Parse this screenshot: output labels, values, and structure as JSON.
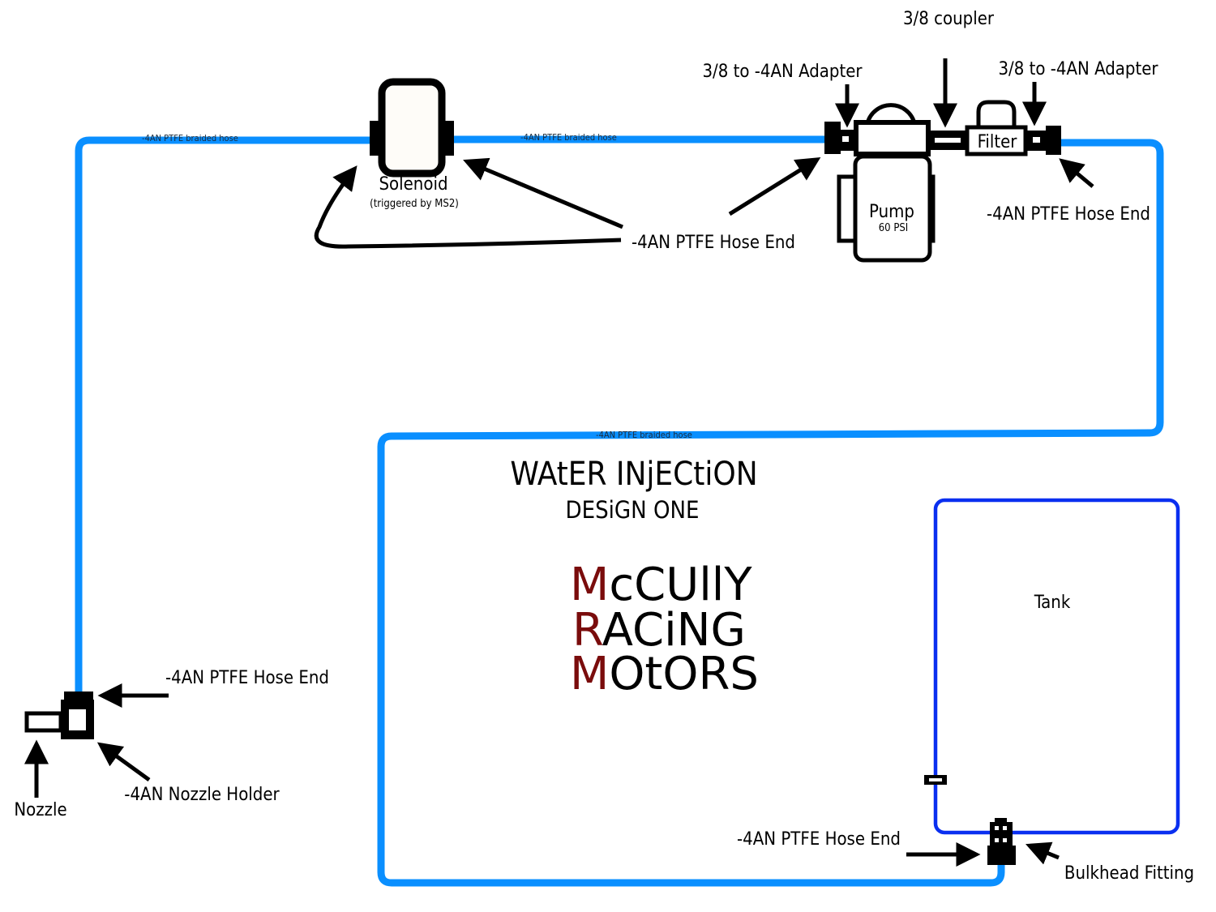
{
  "diagram": {
    "title": "WAtER INjECtiON",
    "subtitle": "DESiGN ONE",
    "brand": {
      "lines": [
        {
          "initial": "M",
          "rest": "cCUllY"
        },
        {
          "initial": "R",
          "rest": "ACiNG"
        },
        {
          "initial": "M",
          "rest": "OtORS"
        }
      ],
      "initial_color": "#7a0c0c",
      "text_color": "#000000"
    },
    "colors": {
      "hose": "#0a8fff",
      "tank": "#0a2ff0",
      "component": "#000000"
    },
    "hose_labels": [
      "-4AN PTFE braided hose",
      "-4AN PTFE braided hose",
      "-4AN PTFE braided hose"
    ],
    "components": {
      "solenoid": {
        "name": "Solenoid",
        "note": "(triggered by MS2)"
      },
      "pump": {
        "name": "Pump",
        "note": "60 PSI"
      },
      "filter": {
        "name": "Filter"
      },
      "tank": {
        "name": "Tank"
      }
    },
    "callouts": {
      "coupler": "3/8 coupler",
      "adapter_left": "3/8 to -4AN Adapter",
      "adapter_right": "3/8 to -4AN Adapter",
      "hose_end_solenoid": "-4AN PTFE Hose End",
      "hose_end_filter": "-4AN PTFE Hose End",
      "hose_end_nozzle": "-4AN PTFE Hose End",
      "nozzle_holder": "-4AN Nozzle Holder",
      "nozzle": "Nozzle",
      "hose_end_tank": "-4AN PTFE Hose End",
      "bulkhead": "Bulkhead Fitting"
    }
  }
}
